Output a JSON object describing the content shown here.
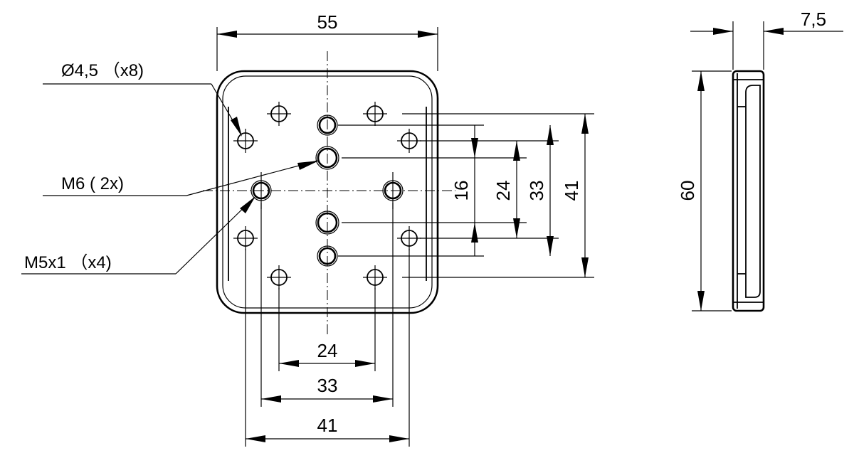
{
  "dimensions": {
    "plate_width": "55",
    "bottom_inner": "24",
    "bottom_middle": "33",
    "bottom_outer": "41",
    "right_small": "16",
    "right_inner": "24",
    "right_middle": "33",
    "right_outer": "41",
    "thickness": "7,5",
    "height": "60"
  },
  "callouts": {
    "through_holes": "Ø4,5 （x8)",
    "m6_threads": "M6 ( 2x)",
    "m5_threads": "M5x1 （x4)"
  }
}
